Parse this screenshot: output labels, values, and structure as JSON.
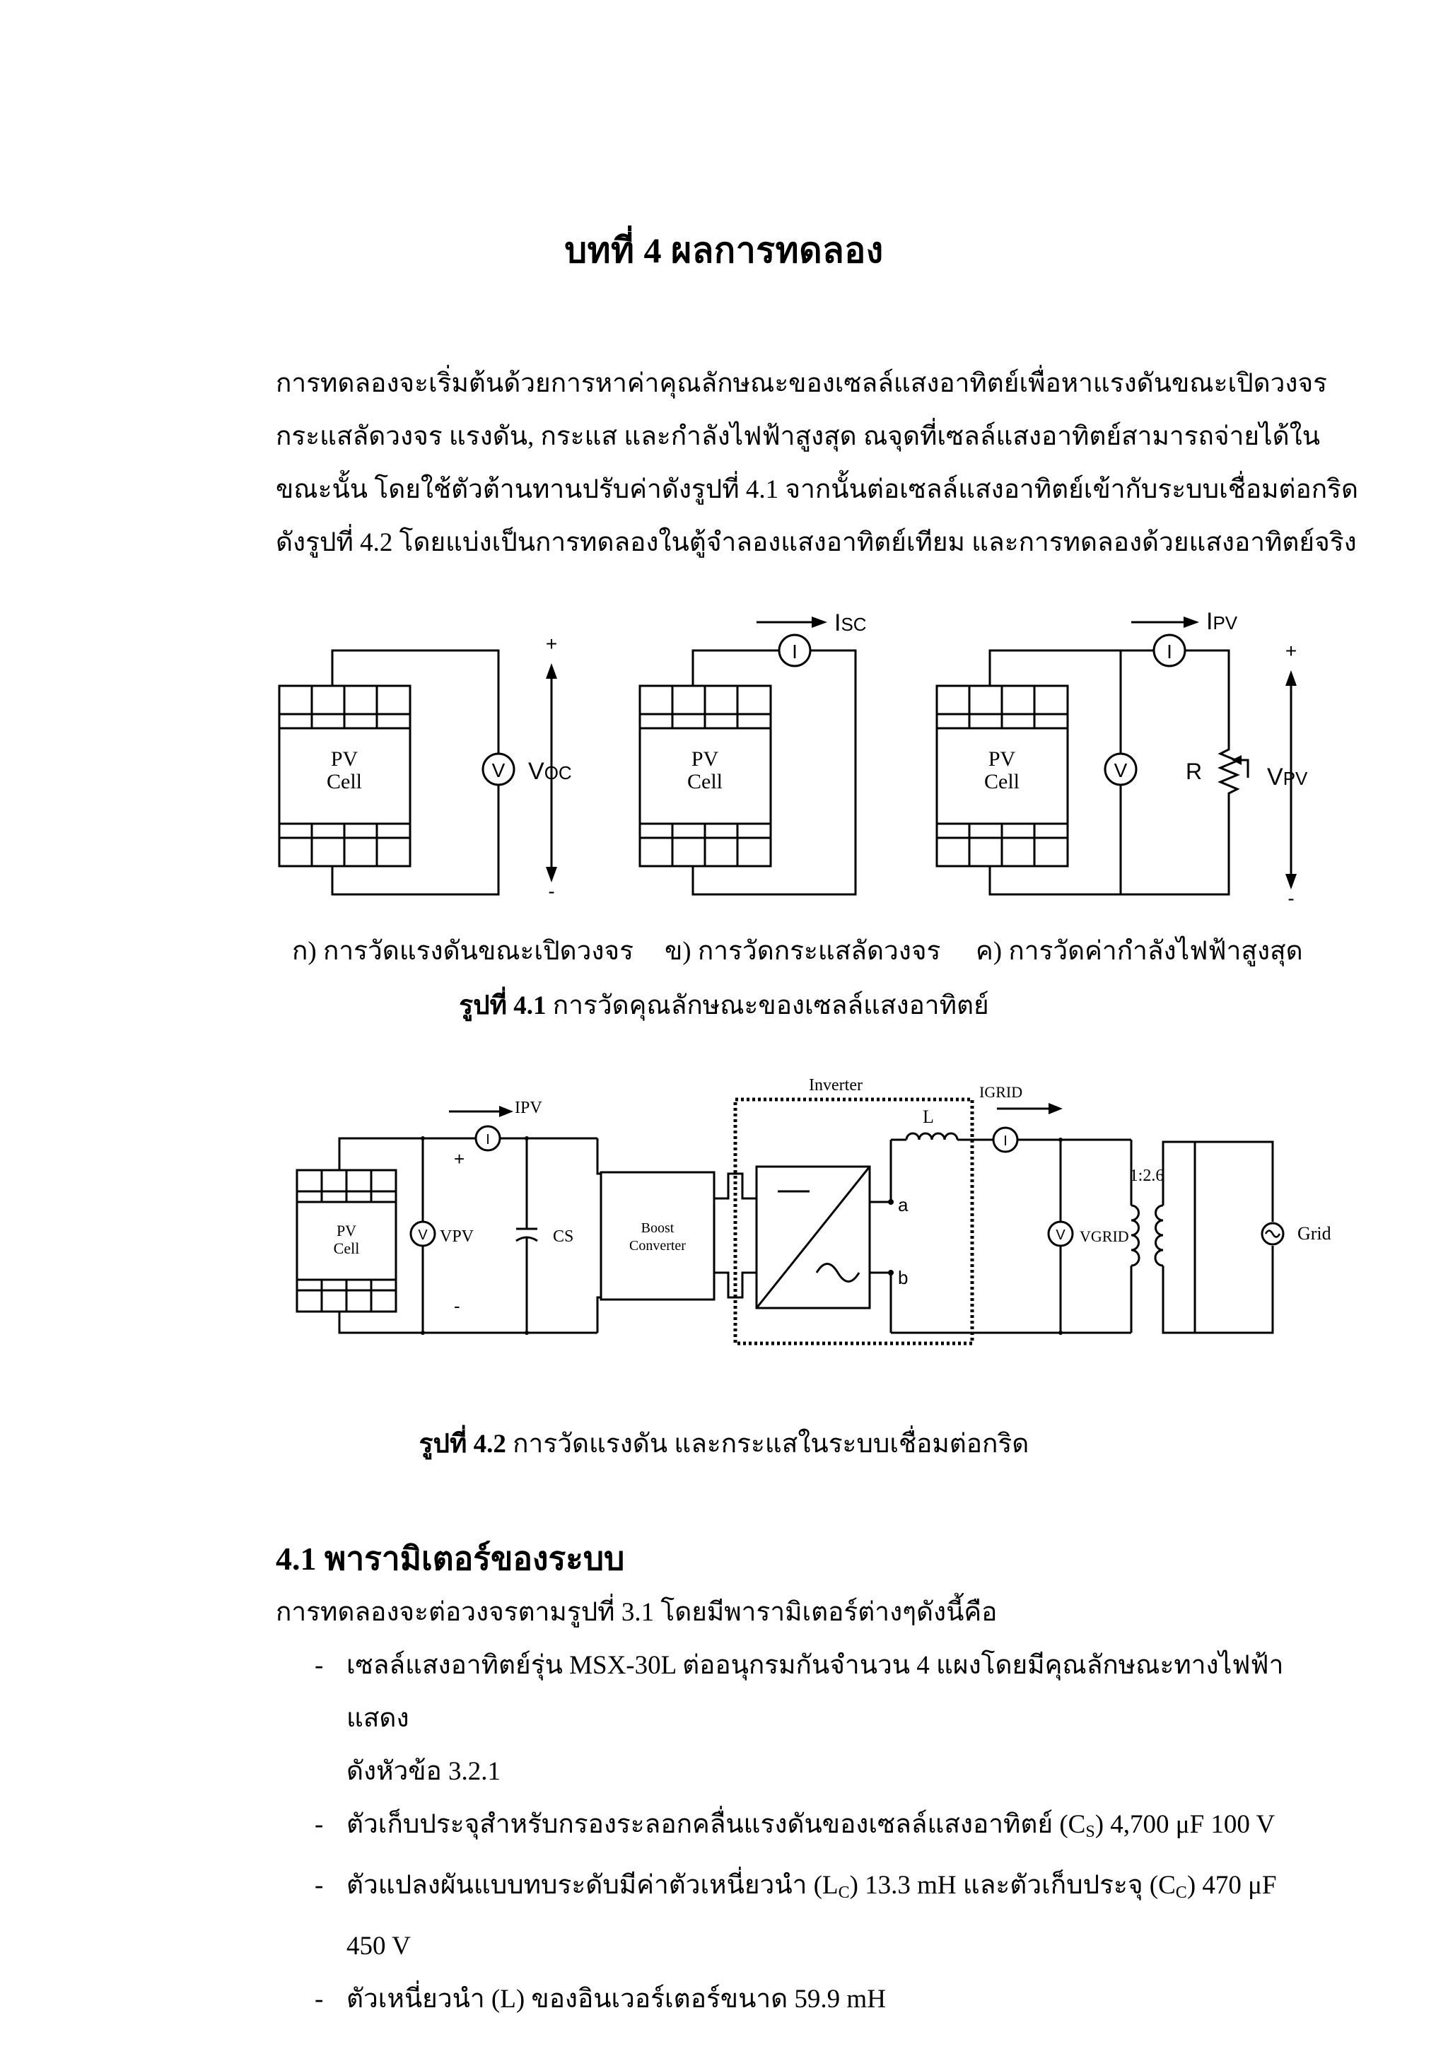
{
  "chapter": {
    "title": "บทที่ 4 ผลการทดลอง"
  },
  "intro": {
    "lines": [
      "การทดลองจะเริ่มต้นด้วยการหาค่าคุณลักษณะของเซลล์แสงอาทิตย์เพื่อหาแรงดันขณะเปิดวงจร",
      "กระแสลัดวงจร แรงดัน, กระแส และกำลังไฟฟ้าสูงสุด ณจุดที่เซลล์แสงอาทิตย์สามารถจ่ายได้ใน",
      "ขณะนั้น โดยใช้ตัวต้านทานปรับค่าดังรูปที่ 4.1  จากนั้นต่อเซลล์แสงอาทิตย์เข้ากับระบบเชื่อมต่อกริด",
      "ดังรูปที่ 4.2 โดยแบ่งเป็นการทดลองในตู้จำลองแสงอาทิตย์เทียม และการทดลองด้วยแสงอาทิตย์จริง"
    ]
  },
  "figure1": {
    "pv_label_line1": "PV",
    "pv_label_line2": "Cell",
    "voltmeter": "V",
    "ammeter": "I",
    "plus": "+",
    "minus": "-",
    "voc_main": "V",
    "voc_sub": "OC",
    "isc_main": "I",
    "isc_sub": "SC",
    "ipv_main": "I",
    "ipv_sub": "PV",
    "vpv_main": "V",
    "vpv_sub": "PV",
    "resistor": "R",
    "sub_a": "ก) การวัดแรงดันขณะเปิดวงจร",
    "sub_b": "ข) การวัดกระแสลัดวงจร",
    "sub_c": "ค) การวัดค่ากำลังไฟฟ้าสูงสุด",
    "caption_label": "รูปที่ 4.1",
    "caption_text": " การวัดคุณลักษณะของเซลล์แสงอาทิตย์"
  },
  "figure2": {
    "inverter_label": "Inverter",
    "igrid_label": "IGRID",
    "ipv_label": "IPV",
    "inductor_label": "L",
    "ratio_label": "1:2.6",
    "pv_label_line1": "PV",
    "pv_label_line2": "Cell",
    "vpv_label": "VPV",
    "cs_label": "CS",
    "boost_line1": "Boost",
    "boost_line2": "Converter",
    "node_a": "a",
    "node_b": "b",
    "vgrid_label": "VGRID",
    "grid_label": "Grid",
    "voltmeter": "V",
    "ammeter": "I",
    "plus": "+",
    "minus": "-",
    "caption_label": "รูปที่ 4.2",
    "caption_text": " การวัดแรงดัน และกระแสในระบบเชื่อมต่อกริด"
  },
  "section": {
    "heading": "4.1 พารามิเตอร์ของระบบ",
    "intro": "การทดลองจะต่อวงจรตามรูปที่ 3.1 โดยมีพารามิเตอร์ต่างๆดังนี้คือ",
    "dash": "-",
    "items": [
      {
        "text": "เซลล์แสงอาทิตย์รุ่น MSX-30L  ต่ออนุกรมกันจำนวน 4 แผงโดยมีคุณลักษณะทางไฟฟ้าแสดง",
        "cont": "ดังหัวข้อ 3.2.1"
      },
      {
        "pre": "ตัวเก็บประจุสำหรับกรองระลอกคลื่นแรงดันของเซลล์แสงอาทิตย์ (C",
        "sub": "S",
        "post": ") 4,700 μF 100 V"
      },
      {
        "pre": "ตัวแปลงผันแบบทบระดับมีค่าตัวเหนี่ยวนำ (L",
        "sub": "C",
        "mid": ") 13.3 mH และตัวเก็บประจุ (C",
        "sub2": "C",
        "post": ") 470 μF 450 V"
      },
      {
        "text": "ตัวเหนี่ยวนำ (L) ของอินเวอร์เตอร์ขนาด 59.9 mH"
      }
    ]
  }
}
